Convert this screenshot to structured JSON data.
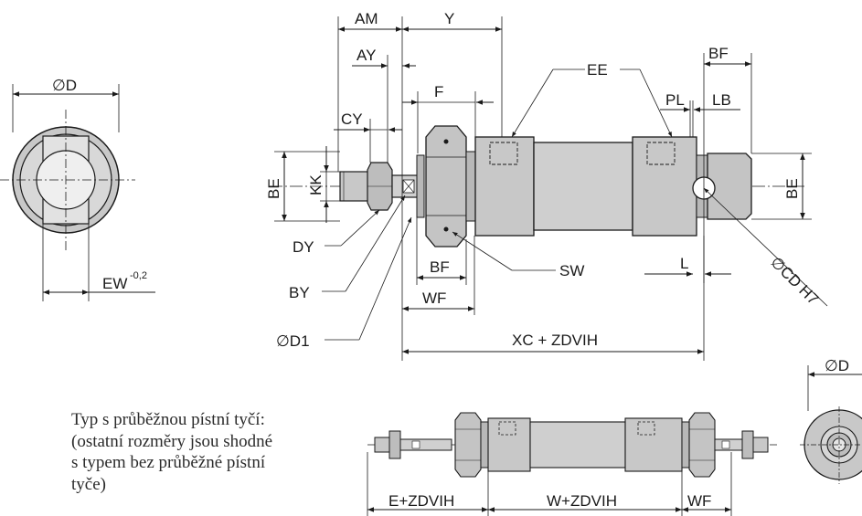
{
  "labels": {
    "am": "AM",
    "y": "Y",
    "ay": "AY",
    "ee": "EE",
    "bf_top": "BF",
    "f": "F",
    "pl": "PL",
    "lb": "LB",
    "cy": "CY",
    "be_left": "BE",
    "kk": "KK",
    "be_right": "BE",
    "dy": "DY",
    "by": "BY",
    "d1": "∅D1",
    "bf_bottom": "BF",
    "sw": "SW",
    "l": "L",
    "cd": "∅CD H7",
    "wf": "WF",
    "xc": "XC + ZDVIH",
    "d_end": "∅D",
    "ew": "EW",
    "ew_tol": "-0,2",
    "d_small": "∅D",
    "e_zdvih": "E+ZDVIH",
    "w_zdvih": "W+ZDVIH",
    "wf_bottom": "WF"
  },
  "note": {
    "line1": "Typ s průběžnou pístní tyčí:",
    "line2": "(ostatní rozměry jsou shodné",
    "line3": "s typem bez průběžné pístní",
    "line4": "tyče)"
  },
  "colors": {
    "body": "#c8c8c8",
    "body_dark": "#9e9e9e",
    "line": "#1a1a1a"
  }
}
